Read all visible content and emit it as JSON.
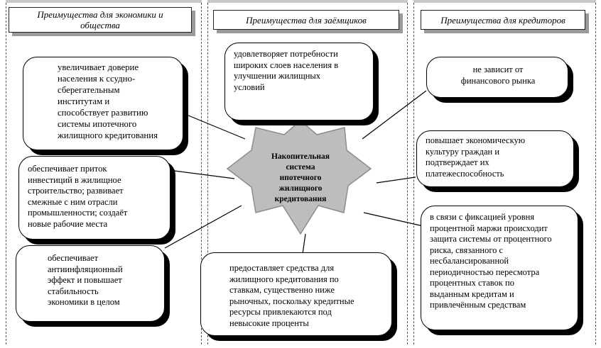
{
  "columns": [
    {
      "header": "Преимущества для экономики и\nобщества"
    },
    {
      "header": "Преимущества для заёмщиков"
    },
    {
      "header": "Преимущества для кредиторов"
    }
  ],
  "center": {
    "label": "Накопительная\nсистема\nипотечного\nжилищного\nкредитования"
  },
  "left_bubbles": [
    {
      "text": "увеличивает доверие\nнаселения к ссудно-\nсберегательным\nинститутам и\nспособствует развитию\nсистемы ипотечного\nжилищного кредитования"
    },
    {
      "text": "обеспечивает приток\nинвестиций в жилищное\nстроительство; развивает\nсмежные с ним отрасли\nпромышленности;  создаёт\nновые рабочие места"
    },
    {
      "text": "обеспечивает\nантиинфляционный\nэффект и повышает\nстабильность\nэкономики в целом"
    }
  ],
  "middle_bubbles": [
    {
      "text": "удовлетворяет потребности\nшироких слоев населения в\nулучшении жилищных\nусловий"
    },
    {
      "text": "предоставляет средства для\nжилищного кредитования по\nставкам, существенно ниже\nрыночных, поскольку кредитные\nресурсы привлекаются под\nневысокие проценты"
    }
  ],
  "right_bubbles": [
    {
      "text": "не зависит от\nфинансового рынка"
    },
    {
      "text": "повышает экономическую\nкультуру граждан и\nподтверждает их\nплатежеспособность"
    },
    {
      "text": "в связи с фиксацией уровня\nпроцентной маржи происходит\nзащита системы от процентного\nриска, связанного с\nнесбалансированной\nпериодичностью пересмотра\nпроцентных ставок по\nвыданным кредитам и\nпривлечённым средствам"
    }
  ],
  "colors": {
    "star_fill": "#bdbdbd",
    "star_stroke": "#8c8c8c",
    "header_shadow": "#9a9a9a",
    "bubble_shadow": "#000000"
  }
}
